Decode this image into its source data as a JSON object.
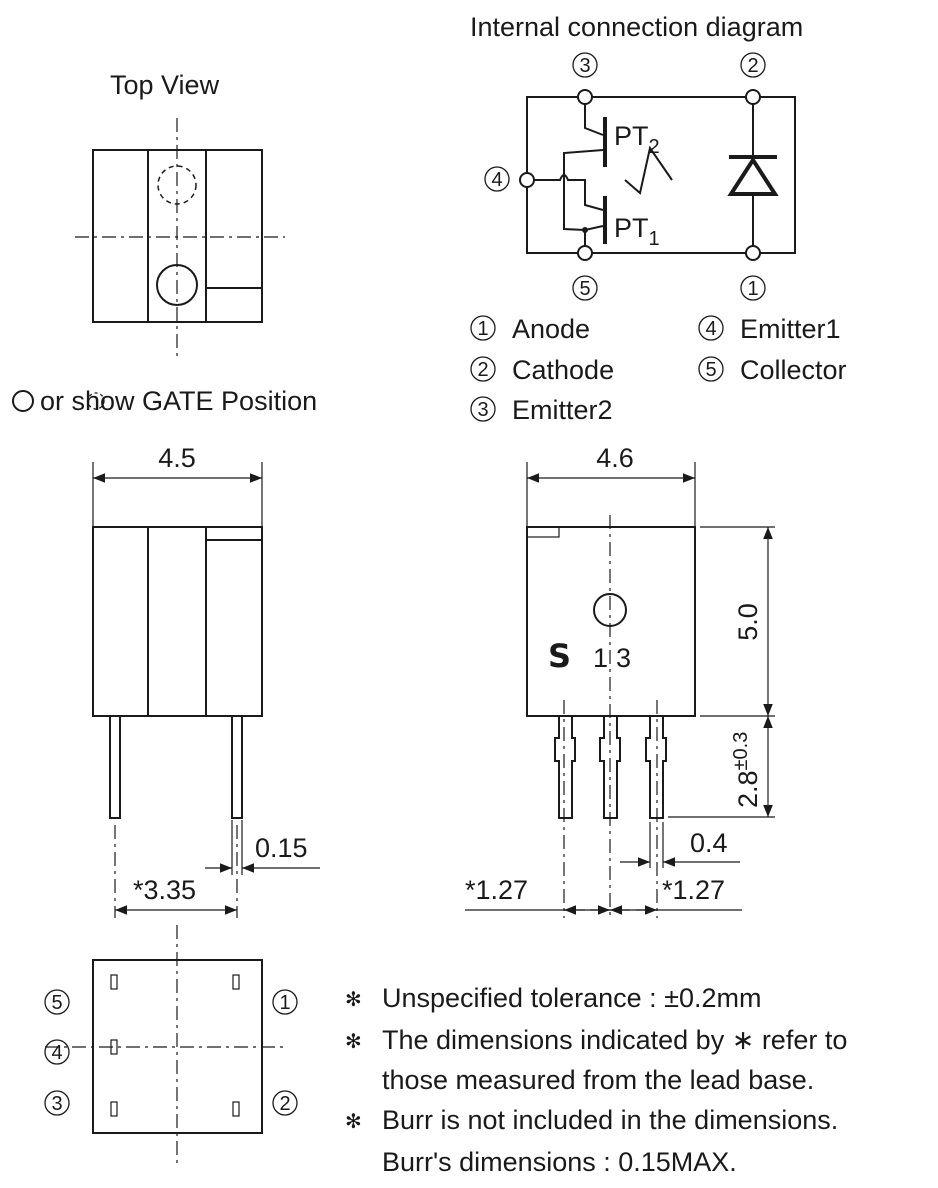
{
  "top_view": {
    "title": "Top View",
    "gate_caption": "or  show GATE Position"
  },
  "circuit": {
    "title": "Internal connection diagram",
    "pt2": "PT",
    "pt2_sub": "2",
    "pt1": "PT",
    "pt1_sub": "1",
    "pin_numbers": [
      "1",
      "2",
      "3",
      "4",
      "5"
    ]
  },
  "pins": [
    {
      "num": "1",
      "name": "Anode"
    },
    {
      "num": "2",
      "name": "Cathode"
    },
    {
      "num": "3",
      "name": "Emitter2"
    },
    {
      "num": "4",
      "name": "Emitter1"
    },
    {
      "num": "5",
      "name": "Collector"
    }
  ],
  "dimensions": {
    "left_width": "4.5",
    "right_width": "4.6",
    "body_height": "5.0",
    "lead_length": "2.8",
    "lead_length_tol": "±0.3",
    "lead_thickness": "0.15",
    "lead_pitch_left": "*3.35",
    "lead_width": "0.4",
    "pitch_a": "*1.27",
    "pitch_b": "*1.27"
  },
  "marking": {
    "logo": "S",
    "code": "13"
  },
  "notes": [
    "Unspecified tolerance : ±0.2mm",
    "The dimensions indicated by ∗ refer to",
    "those measured from the lead base.",
    "Burr is not included in the dimensions.",
    "Burr's dimensions : 0.15MAX."
  ],
  "note_marker": "✻"
}
